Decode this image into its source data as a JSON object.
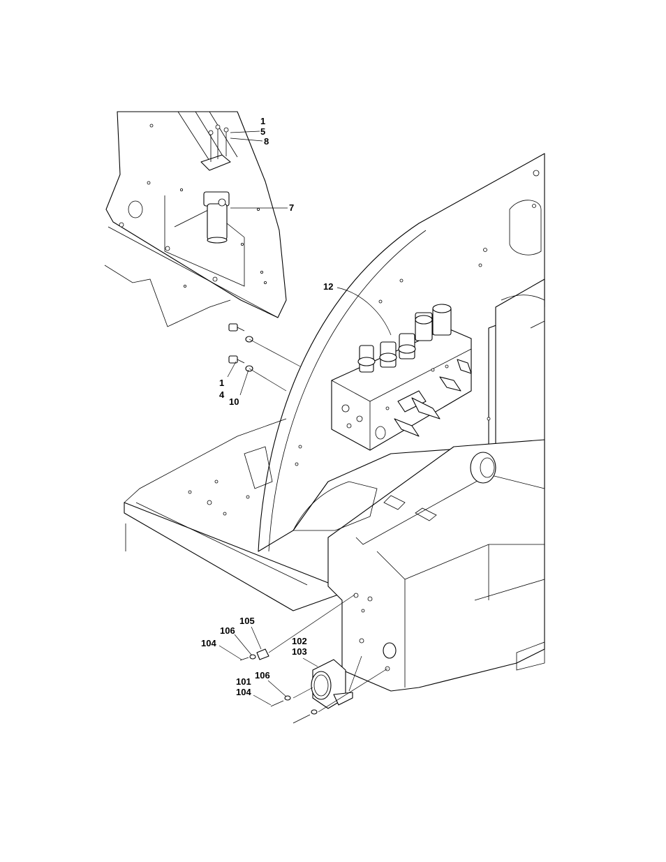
{
  "callouts": [
    {
      "id": "c1a",
      "text": "1"
    },
    {
      "id": "c5",
      "text": "5"
    },
    {
      "id": "c8",
      "text": "8"
    },
    {
      "id": "c7",
      "text": "7"
    },
    {
      "id": "c12",
      "text": "12"
    },
    {
      "id": "c1b",
      "text": "1"
    },
    {
      "id": "c4",
      "text": "4"
    },
    {
      "id": "c10",
      "text": "10"
    },
    {
      "id": "c105",
      "text": "105"
    },
    {
      "id": "c106a",
      "text": "106"
    },
    {
      "id": "c104a",
      "text": "104"
    },
    {
      "id": "c102",
      "text": "102"
    },
    {
      "id": "c103",
      "text": "103"
    },
    {
      "id": "c106b",
      "text": "106"
    },
    {
      "id": "c101",
      "text": "101"
    },
    {
      "id": "c104b",
      "text": "104"
    }
  ]
}
